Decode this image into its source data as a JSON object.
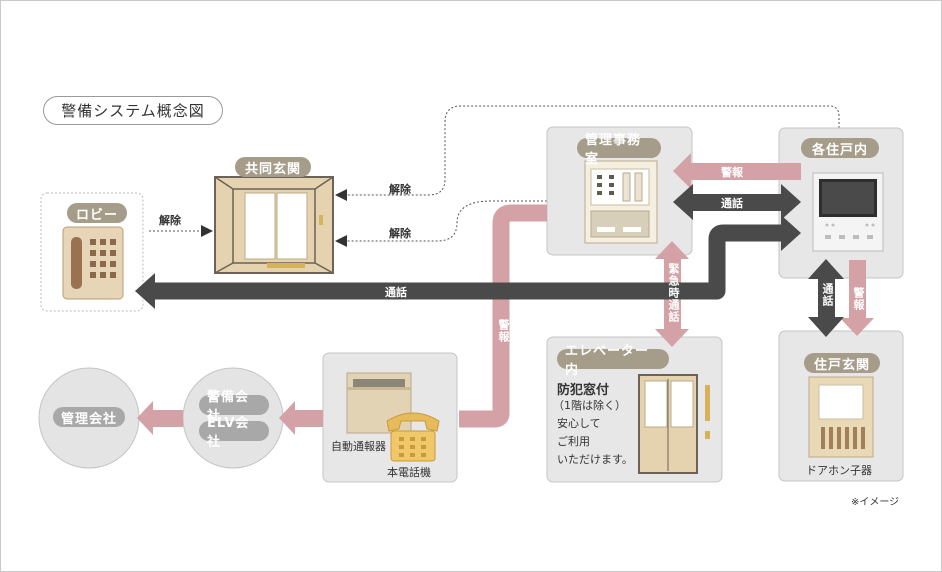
{
  "title": "警備システム概念図",
  "note": "※イメージ",
  "nodes": {
    "lobby": "ロビー",
    "entrance": "共同玄関",
    "office": "管理事務室",
    "unit": "各住戸内",
    "elevator": "エレベーター内",
    "unit_entrance": "住戸玄関",
    "mgmt_company": "管理会社",
    "security_company": "警備会社",
    "elv_company": "ELV会社"
  },
  "labels": {
    "auto_dialer": "自動通報器",
    "phone": "本電話機",
    "door_phone": "ドアホン子器"
  },
  "elevator_text": {
    "heading": "防犯窓付",
    "line1": "（1階は除く）",
    "line2": "安心して",
    "line3": "ご利用",
    "line4": "いただけます。"
  },
  "edges": {
    "release_lobby": "解除",
    "release_top": "解除",
    "release_office": "解除",
    "call_lobby": "通話",
    "call_unit_office": "通話",
    "alarm_unit_office": "警報",
    "alarm_office_dialer": "警報",
    "emergency_call": "緊急時通話",
    "call_unit_door": "通話",
    "alarm_unit_door": "警報"
  },
  "colors": {
    "alarm_pink": "#d4a1a6",
    "call_dark": "#4a4a4a",
    "node_tan": "#a69c8a",
    "company_gray": "#a8a8a8",
    "panel_bg": "#e7e7e7"
  }
}
